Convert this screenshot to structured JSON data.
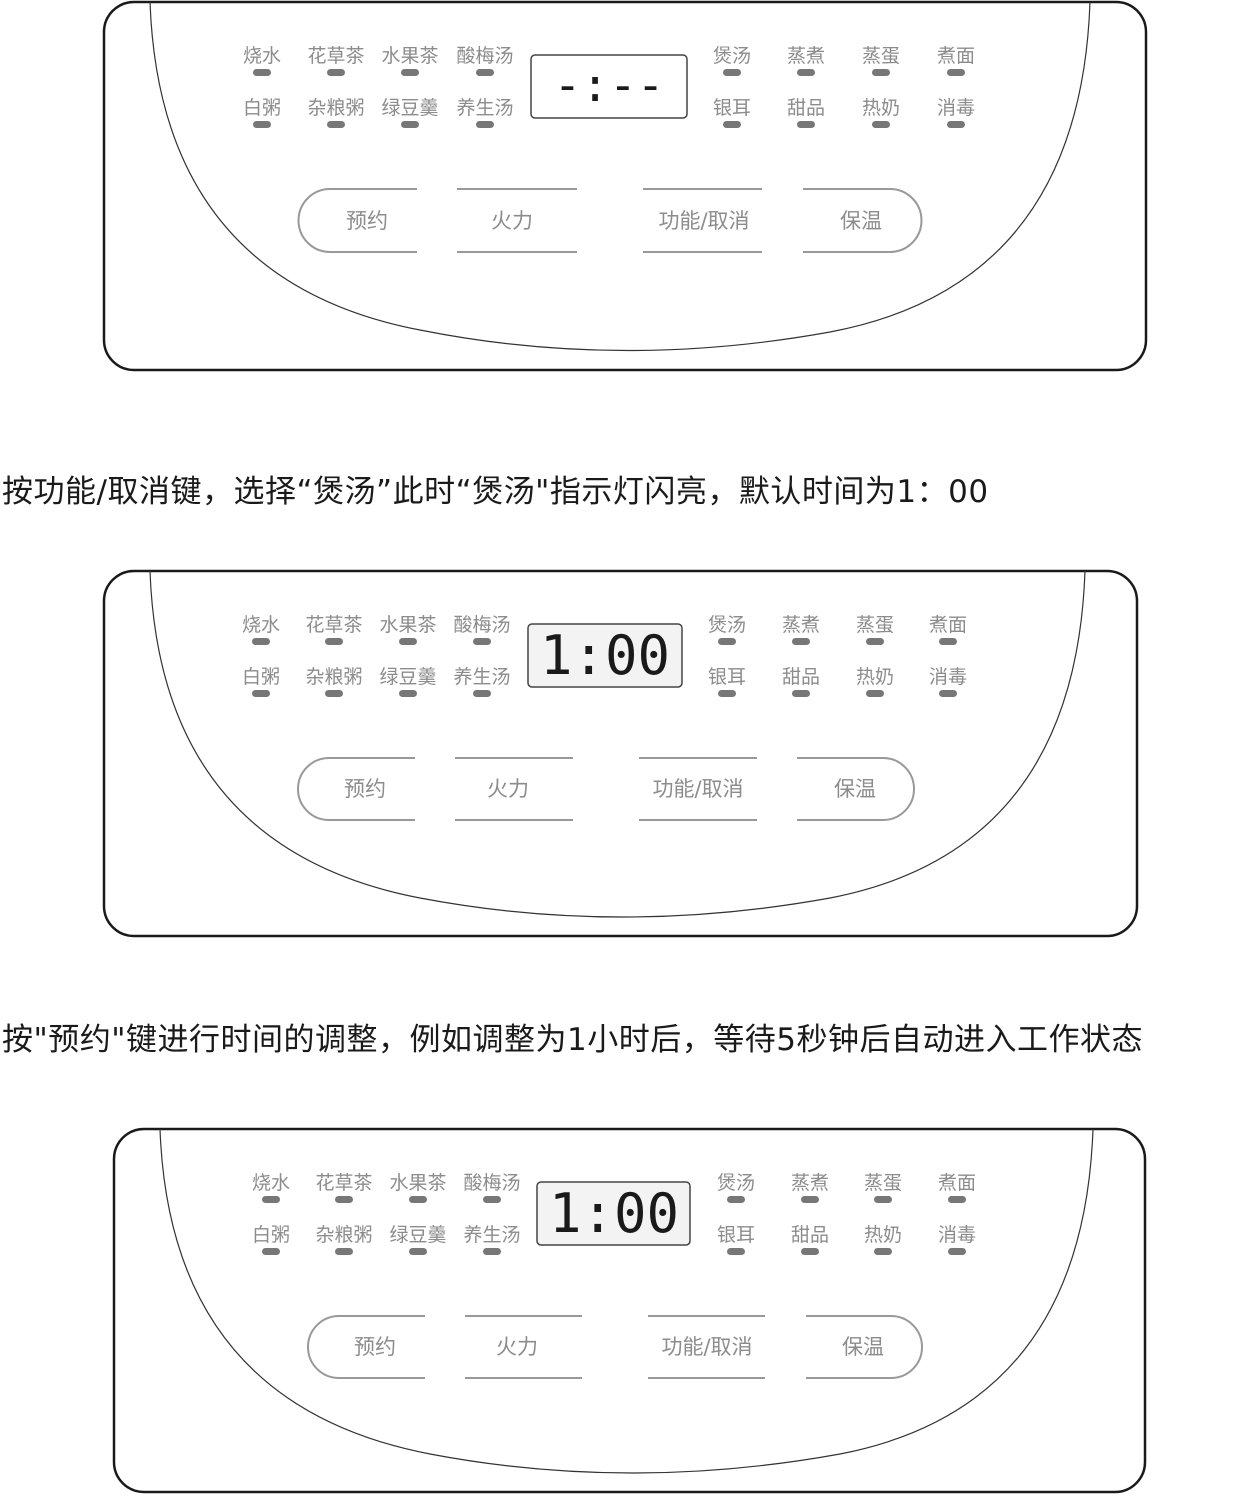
{
  "panels": [
    {
      "display": "-:--",
      "top_modes": [
        "烧水",
        "花草茶",
        "水果茶",
        "酸梅汤",
        "煲汤",
        "蒸煮",
        "蒸蛋",
        "煮面"
      ],
      "bottom_modes": [
        "白粥",
        "杂粮粥",
        "绿豆羹",
        "养生汤",
        "银耳",
        "甜品",
        "热奶",
        "消毒"
      ],
      "buttons": [
        "预约",
        "火力",
        "功能/取消",
        "保温"
      ]
    },
    {
      "display": "1:00",
      "top_modes": [
        "烧水",
        "花草茶",
        "水果茶",
        "酸梅汤",
        "煲汤",
        "蒸煮",
        "蒸蛋",
        "煮面"
      ],
      "bottom_modes": [
        "白粥",
        "杂粮粥",
        "绿豆羹",
        "养生汤",
        "银耳",
        "甜品",
        "热奶",
        "消毒"
      ],
      "buttons": [
        "预约",
        "火力",
        "功能/取消",
        "保温"
      ]
    },
    {
      "display": "1:00",
      "top_modes": [
        "烧水",
        "花草茶",
        "水果茶",
        "酸梅汤",
        "煲汤",
        "蒸煮",
        "蒸蛋",
        "煮面"
      ],
      "bottom_modes": [
        "白粥",
        "杂粮粥",
        "绿豆羹",
        "养生汤",
        "银耳",
        "甜品",
        "热奶",
        "消毒"
      ],
      "buttons": [
        "预约",
        "火力",
        "功能/取消",
        "保温"
      ]
    }
  ],
  "instructions": [
    "按功能/取消键，选择“煲汤”此时“煲汤\"指示灯闪亮，默认时间为1：00",
    "按\"预约\"键进行时间的调整，例如调整为1小时后，等待5秒钟后自动进入工作状态"
  ]
}
